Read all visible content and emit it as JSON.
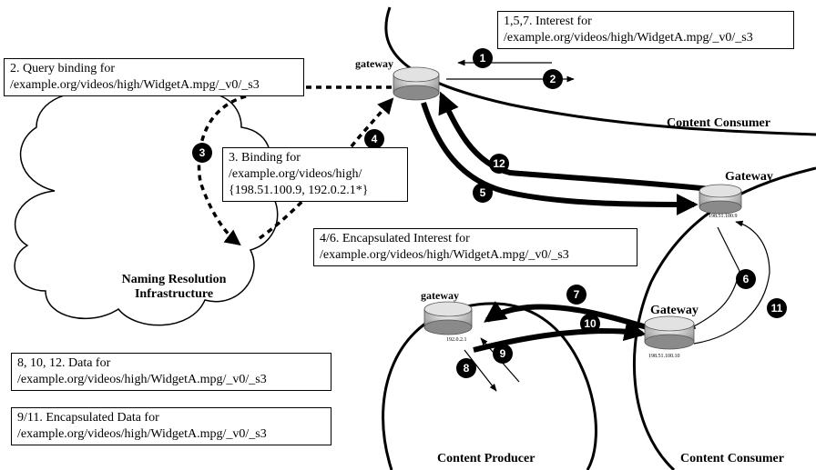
{
  "boxes": {
    "interest": [
      "1,5,7. Interest for",
      "/example.org/videos/high/WidgetA.mpg/_v0/_s3"
    ],
    "query": [
      "2. Query binding for",
      "/example.org/videos/high/WidgetA.mpg/_v0/_s3"
    ],
    "binding": [
      "3. Binding for",
      "/example.org/videos/high/",
      "{198.51.100.9, 192.0.2.1*}"
    ],
    "encap_interest": [
      "4/6. Encapsulated Interest for",
      "/example.org/videos/high/WidgetA.mpg/_v0/_s3"
    ],
    "data": [
      "8, 10, 12. Data for",
      "/example.org/videos/high/WidgetA.mpg/_v0/_s3"
    ],
    "encap_data": [
      "9/11. Encapsulated Data for",
      "/example.org/videos/high/WidgetA.mpg/_v0/_s3"
    ]
  },
  "regions": {
    "content_consumer_top": "Content Consumer",
    "naming_resolution": [
      "Naming Resolution",
      "Infrastructure"
    ],
    "content_producer": "Content Producer",
    "content_consumer_bottom": "Content Consumer"
  },
  "gateways": {
    "top": "gateway",
    "right": "Gateway",
    "right_ip": "198.51.100.9",
    "producer": "gateway",
    "producer_ip": "192.0.2.1",
    "mid": "Gateway",
    "mid_ip": "198.51.100.10"
  },
  "steps": [
    "1",
    "2",
    "3",
    "4",
    "5",
    "6",
    "7",
    "8",
    "9",
    "10",
    "11",
    "12"
  ]
}
